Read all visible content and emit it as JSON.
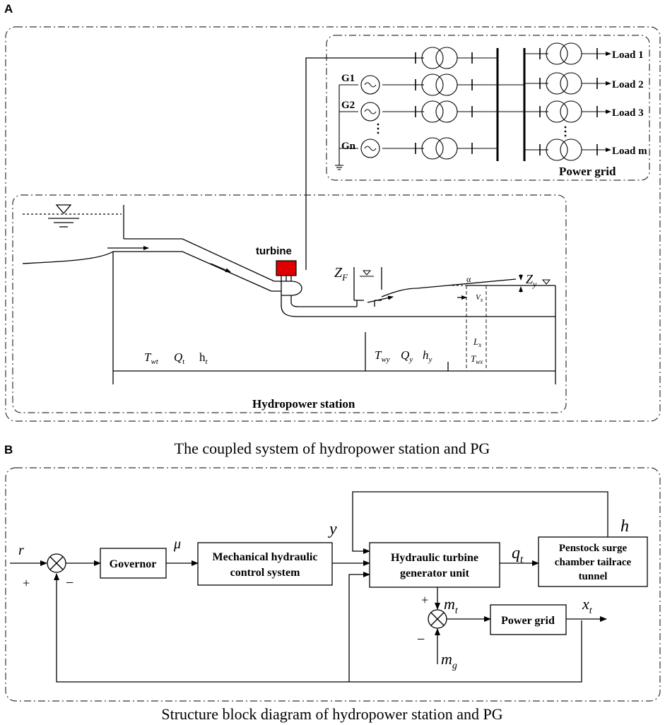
{
  "panel_a": {
    "label": "A",
    "caption": "The coupled system of hydropower station and PG",
    "power_grid_title": "Power grid",
    "station_title": "Hydropower station",
    "turbine_label": "turbine",
    "generators": [
      "G1",
      "G2",
      "Gn"
    ],
    "loads": [
      "Load 1",
      "Load 2",
      "Load 3",
      "Load m"
    ],
    "symbols": {
      "zf": "Z",
      "zf_sub": "F",
      "zy": "Z",
      "zy_sub": "y",
      "alpha": "α",
      "vx": "V",
      "vx_sub": "x",
      "lx": "L",
      "lx_sub": "x",
      "twx": "T",
      "twx_sub": "wx",
      "twt": "T",
      "twt_sub": "wt",
      "qt": "Q",
      "qt_sub": "t",
      "ht": "h",
      "ht_sub": "t",
      "twy": "T",
      "twy_sub": "wy",
      "qy": "Q",
      "qy_sub": "y",
      "hy": "h",
      "hy_sub": "y"
    },
    "colors": {
      "turbine": "#e00000"
    }
  },
  "panel_b": {
    "label": "B",
    "caption": "Structure block diagram of hydropower station and PG",
    "blocks": {
      "governor": "Governor",
      "mech_line1": "Mechanical hydraulic",
      "mech_line2": "control system",
      "turbine_line1": "Hydraulic turbine",
      "turbine_line2": "generator unit",
      "penstock_line1": "Penstock surge",
      "penstock_line2": "chamber tailrace",
      "penstock_line3": "tunnel",
      "power_grid": "Power grid"
    },
    "signals": {
      "r": "r",
      "mu": "μ",
      "y": "y",
      "h": "h",
      "qt": "q",
      "qt_sub": "t",
      "mt": "m",
      "mt_sub": "t",
      "mg": "m",
      "mg_sub": "g",
      "xt": "x",
      "xt_sub": "t",
      "plus1": "+",
      "minus1": "−",
      "plus2": "+",
      "minus2": "−"
    }
  }
}
